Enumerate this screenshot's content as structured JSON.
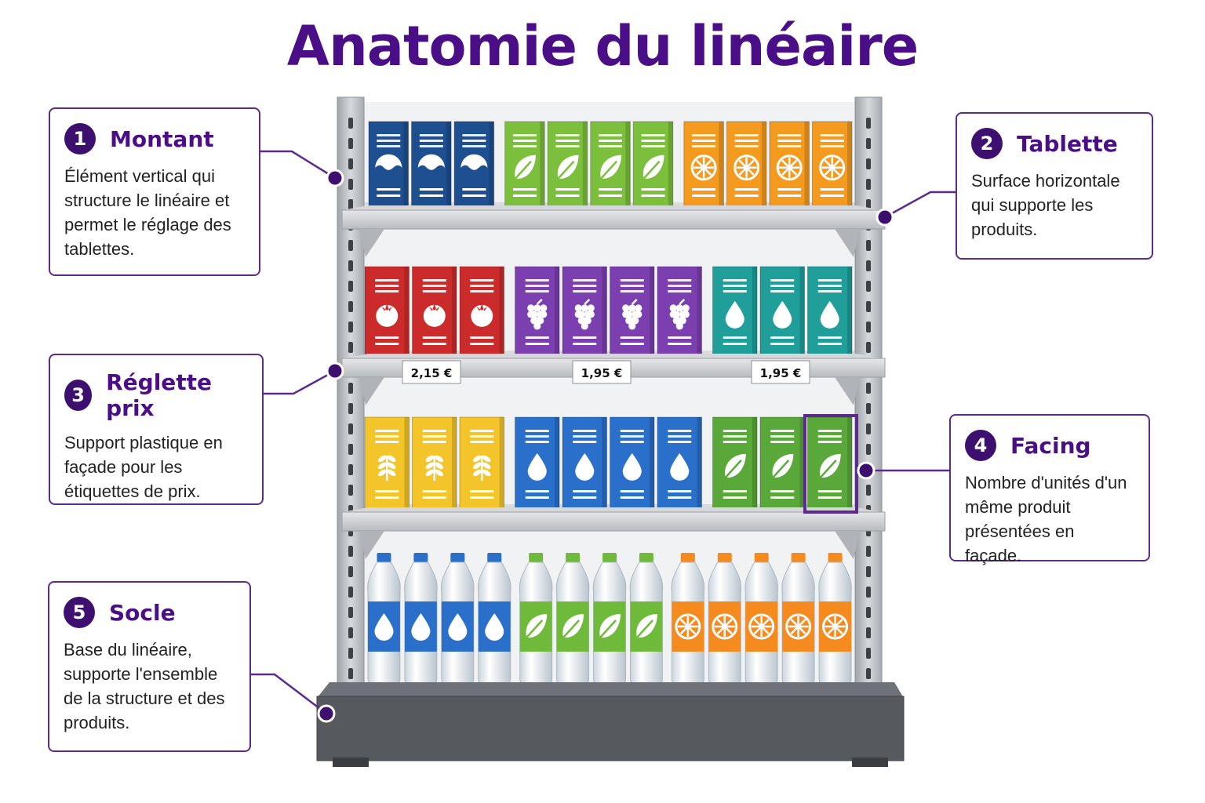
{
  "title": "Anatomie du linéaire",
  "accent_color": "#4a0f86",
  "callouts": [
    {
      "number": "1",
      "label": "Montant",
      "desc": "Élément vertical qui structure le linéaire et permet le réglage des tablettes."
    },
    {
      "number": "2",
      "label": "Tablette",
      "desc": "Surface horizontale qui supporte les produits."
    },
    {
      "number": "3",
      "label": "Réglette prix",
      "desc": "Support plastique en façade pour les étiquettes de prix."
    },
    {
      "number": "4",
      "label": "Facing",
      "desc": "Nombre d'unités d'un même produit présentées en façade."
    },
    {
      "number": "5",
      "label": "Socle",
      "desc": "Base du linéaire, supporte l'ensemble de la structure et des produits."
    }
  ],
  "prices": [
    "2,15 €",
    "1,95 €",
    "1,95 €"
  ],
  "shelves": [
    {
      "row": 1,
      "groups": [
        {
          "color": "#1d4f91",
          "icon": "water-wave-icon",
          "count": 3
        },
        {
          "color": "#7cbf3d",
          "icon": "leaf-icon",
          "count": 4
        },
        {
          "color": "#f39a1f",
          "icon": "orange-slice-icon",
          "count": 4
        }
      ]
    },
    {
      "row": 2,
      "groups": [
        {
          "color": "#cc2b2b",
          "icon": "tomato-icon",
          "count": 3
        },
        {
          "color": "#7b3fb0",
          "icon": "grape-icon",
          "count": 4
        },
        {
          "color": "#1f9e9a",
          "icon": "drop-icon",
          "count": 3
        }
      ]
    },
    {
      "row": 3,
      "groups": [
        {
          "color": "#f4c52a",
          "icon": "wheat-icon",
          "count": 3
        },
        {
          "color": "#2a6fc9",
          "icon": "drop-icon",
          "count": 4
        },
        {
          "color": "#5aa83a",
          "icon": "leaf-icon",
          "count": 3
        }
      ]
    },
    {
      "row": 4,
      "groups": [
        {
          "color": "#2a6fc9",
          "icon": "drop-icon",
          "count": 4
        },
        {
          "color": "#6fba3a",
          "icon": "leaf-icon",
          "count": 4
        },
        {
          "color": "#f58a1f",
          "icon": "orange-slice-icon",
          "count": 5
        }
      ]
    }
  ]
}
